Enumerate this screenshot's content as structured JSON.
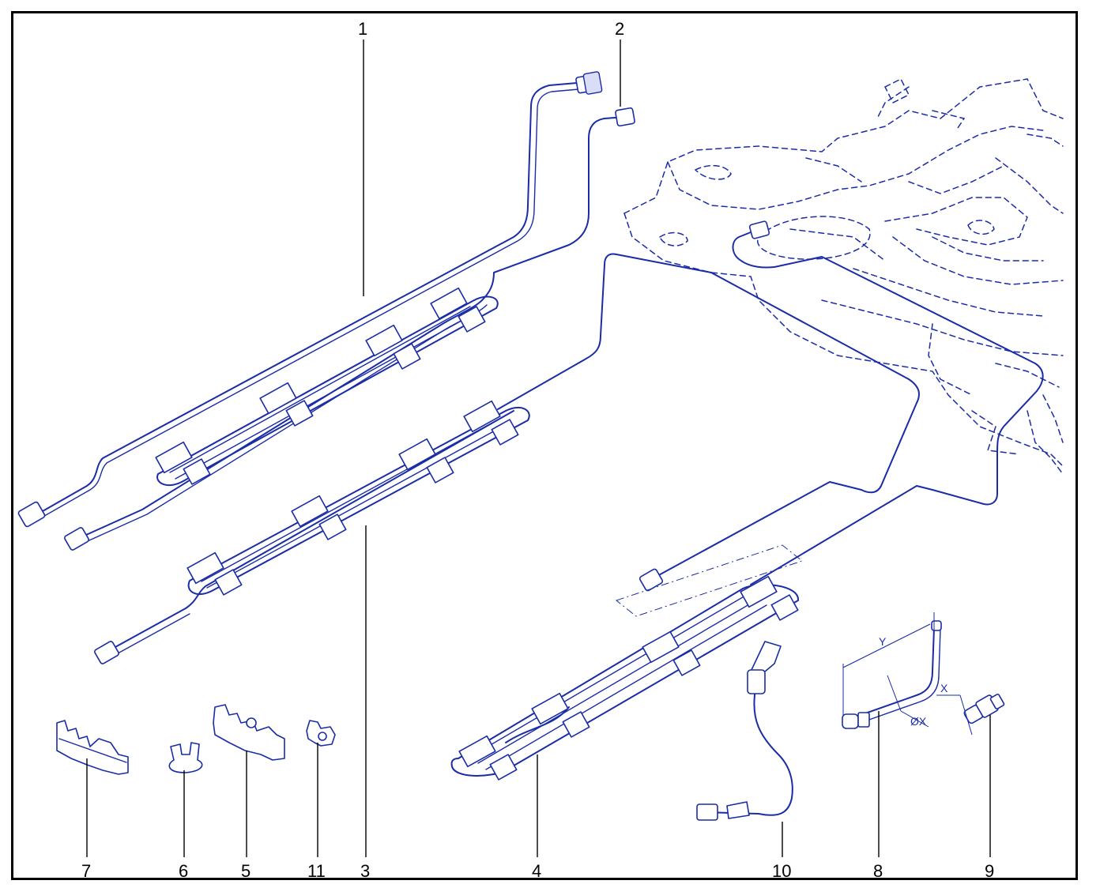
{
  "figure": {
    "callouts": [
      {
        "id": "c1",
        "label": "1"
      },
      {
        "id": "c2",
        "label": "2"
      },
      {
        "id": "c3",
        "label": "3"
      },
      {
        "id": "c4",
        "label": "4"
      },
      {
        "id": "c5",
        "label": "5"
      },
      {
        "id": "c6",
        "label": "6"
      },
      {
        "id": "c7",
        "label": "7"
      },
      {
        "id": "c8",
        "label": "8"
      },
      {
        "id": "c9",
        "label": "9"
      },
      {
        "id": "c10",
        "label": "10"
      },
      {
        "id": "c11",
        "label": "11"
      }
    ],
    "dimension_labels": {
      "y": "Y",
      "x": "X",
      "diameter": "ØX"
    },
    "colors": {
      "line": "#1a2ca6",
      "frame": "#000000",
      "background": "#ffffff"
    }
  }
}
